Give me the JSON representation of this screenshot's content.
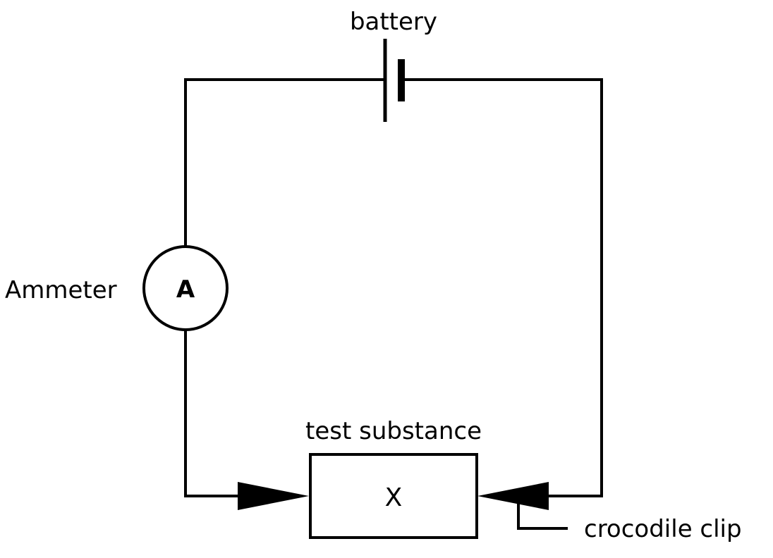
{
  "labels": {
    "battery": "battery",
    "ammeter": "Ammeter",
    "ammeter_symbol": "A",
    "test_substance": "test substance",
    "substance_symbol": "X",
    "crocodile_clip": "crocodile clip"
  }
}
